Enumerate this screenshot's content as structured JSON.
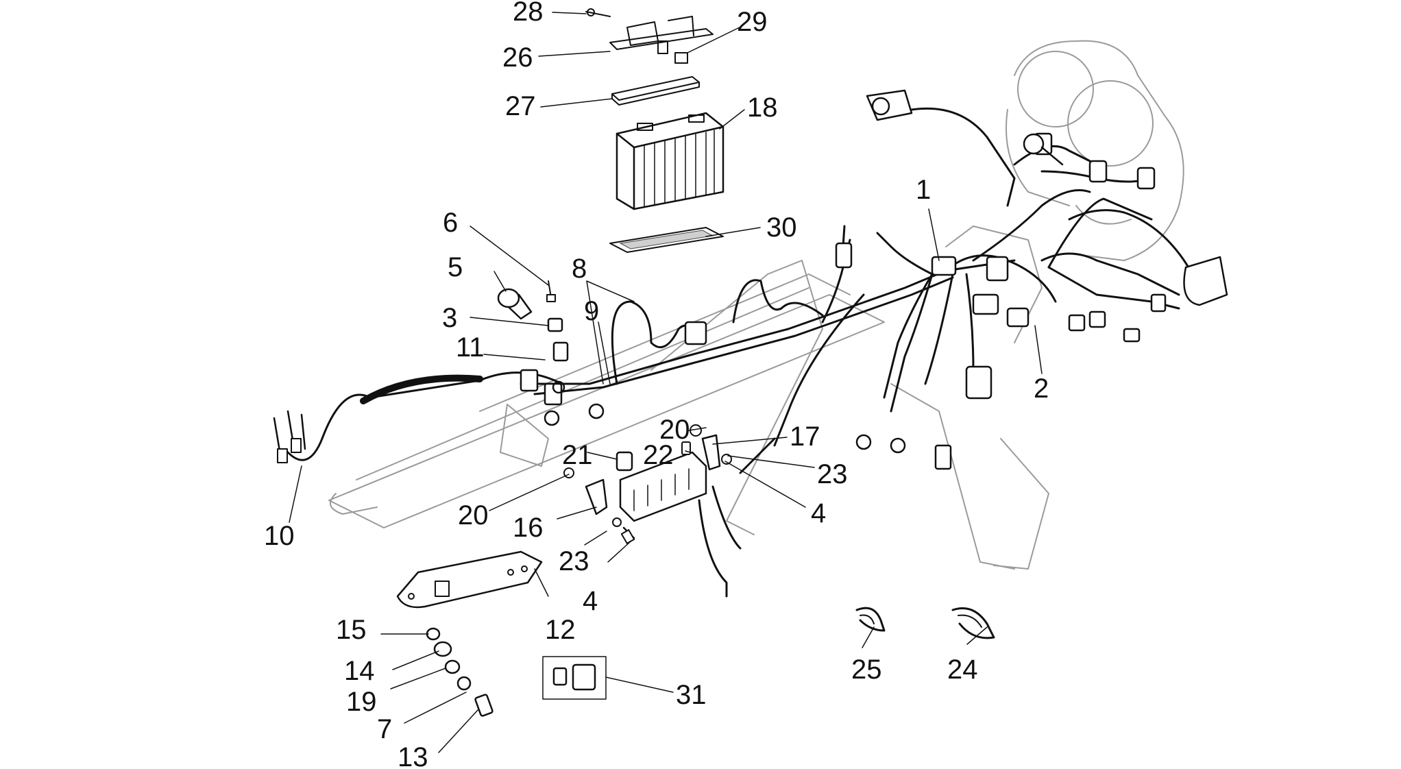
{
  "diagram": {
    "colors": {
      "line": "#111111",
      "ghost": "#9a9a9a",
      "background": "#ffffff"
    },
    "callouts": [
      {
        "id": "c1",
        "text": "1"
      },
      {
        "id": "c2",
        "text": "2"
      },
      {
        "id": "c3",
        "text": "3"
      },
      {
        "id": "c4a",
        "text": "4"
      },
      {
        "id": "c4b",
        "text": "4"
      },
      {
        "id": "c5",
        "text": "5"
      },
      {
        "id": "c6",
        "text": "6"
      },
      {
        "id": "c7",
        "text": "7"
      },
      {
        "id": "c8",
        "text": "8"
      },
      {
        "id": "c9",
        "text": "9"
      },
      {
        "id": "c10",
        "text": "10"
      },
      {
        "id": "c11",
        "text": "11"
      },
      {
        "id": "c12",
        "text": "12"
      },
      {
        "id": "c13",
        "text": "13"
      },
      {
        "id": "c14",
        "text": "14"
      },
      {
        "id": "c15",
        "text": "15"
      },
      {
        "id": "c16",
        "text": "16"
      },
      {
        "id": "c17",
        "text": "17"
      },
      {
        "id": "c18",
        "text": "18"
      },
      {
        "id": "c19",
        "text": "19"
      },
      {
        "id": "c20a",
        "text": "20"
      },
      {
        "id": "c20b",
        "text": "20"
      },
      {
        "id": "c21",
        "text": "21"
      },
      {
        "id": "c22",
        "text": "22"
      },
      {
        "id": "c23a",
        "text": "23"
      },
      {
        "id": "c23b",
        "text": "23"
      },
      {
        "id": "c24",
        "text": "24"
      },
      {
        "id": "c25",
        "text": "25"
      },
      {
        "id": "c26",
        "text": "26"
      },
      {
        "id": "c27",
        "text": "27"
      },
      {
        "id": "c28",
        "text": "28"
      },
      {
        "id": "c29",
        "text": "29"
      },
      {
        "id": "c30",
        "text": "30"
      },
      {
        "id": "c31",
        "text": "31"
      }
    ]
  }
}
